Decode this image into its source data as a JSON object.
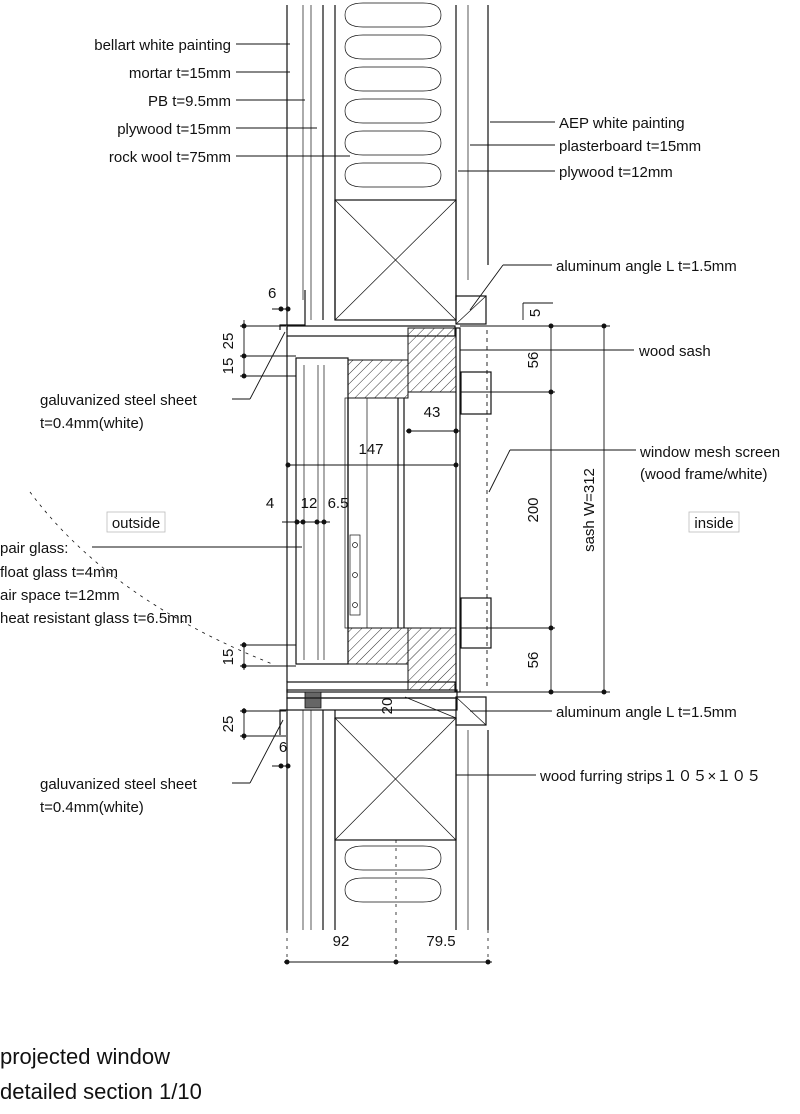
{
  "labels": {
    "bellart": "bellart white painting",
    "mortar": "mortar t=15mm",
    "pb": "PB t=9.5mm",
    "plywood15": "plywood t=15mm",
    "rockwool": "rock wool t=75mm",
    "aep": "AEP white painting",
    "plasterboard": "plasterboard t=15mm",
    "plywood12": "plywood t=12mm",
    "angle_top": "aluminum angle L t=1.5mm",
    "angle_bottom": "aluminum angle L t=1.5mm",
    "wood_sash": "wood sash",
    "mesh_1": "window mesh screen",
    "mesh_2": "(wood frame/white)",
    "steel_top_1": "galuvanized steel sheet",
    "steel_top_2": "t=0.4mm(white)",
    "steel_bot_1": "galuvanized steel sheet",
    "steel_bot_2": "t=0.4mm(white)",
    "outside": "outside",
    "inside": "inside",
    "pair_glass": "pair glass:",
    "float_glass": "float glass t=4mm",
    "air_space": "air space t=12mm",
    "heat_glass": "heat resistant glass t=6.5mm",
    "furring": "wood furring strips１０５×１０５"
  },
  "dimensions": {
    "d6_top": "6",
    "d25_top": "25",
    "d15_top": "15",
    "d5": "5",
    "d56_top": "56",
    "d43": "43",
    "d147": "147",
    "d4": "4",
    "d12": "12",
    "d6_5": "6.5",
    "d200": "200",
    "sash_w": "sash W=312",
    "d15_bot": "15",
    "d56_bot": "56",
    "d20": "20",
    "d25_bot": "25",
    "d6_bot": "6",
    "d92": "92",
    "d79_5": "79.5"
  },
  "title": {
    "line1": "projected window",
    "line2": "detailed section 1/10"
  }
}
